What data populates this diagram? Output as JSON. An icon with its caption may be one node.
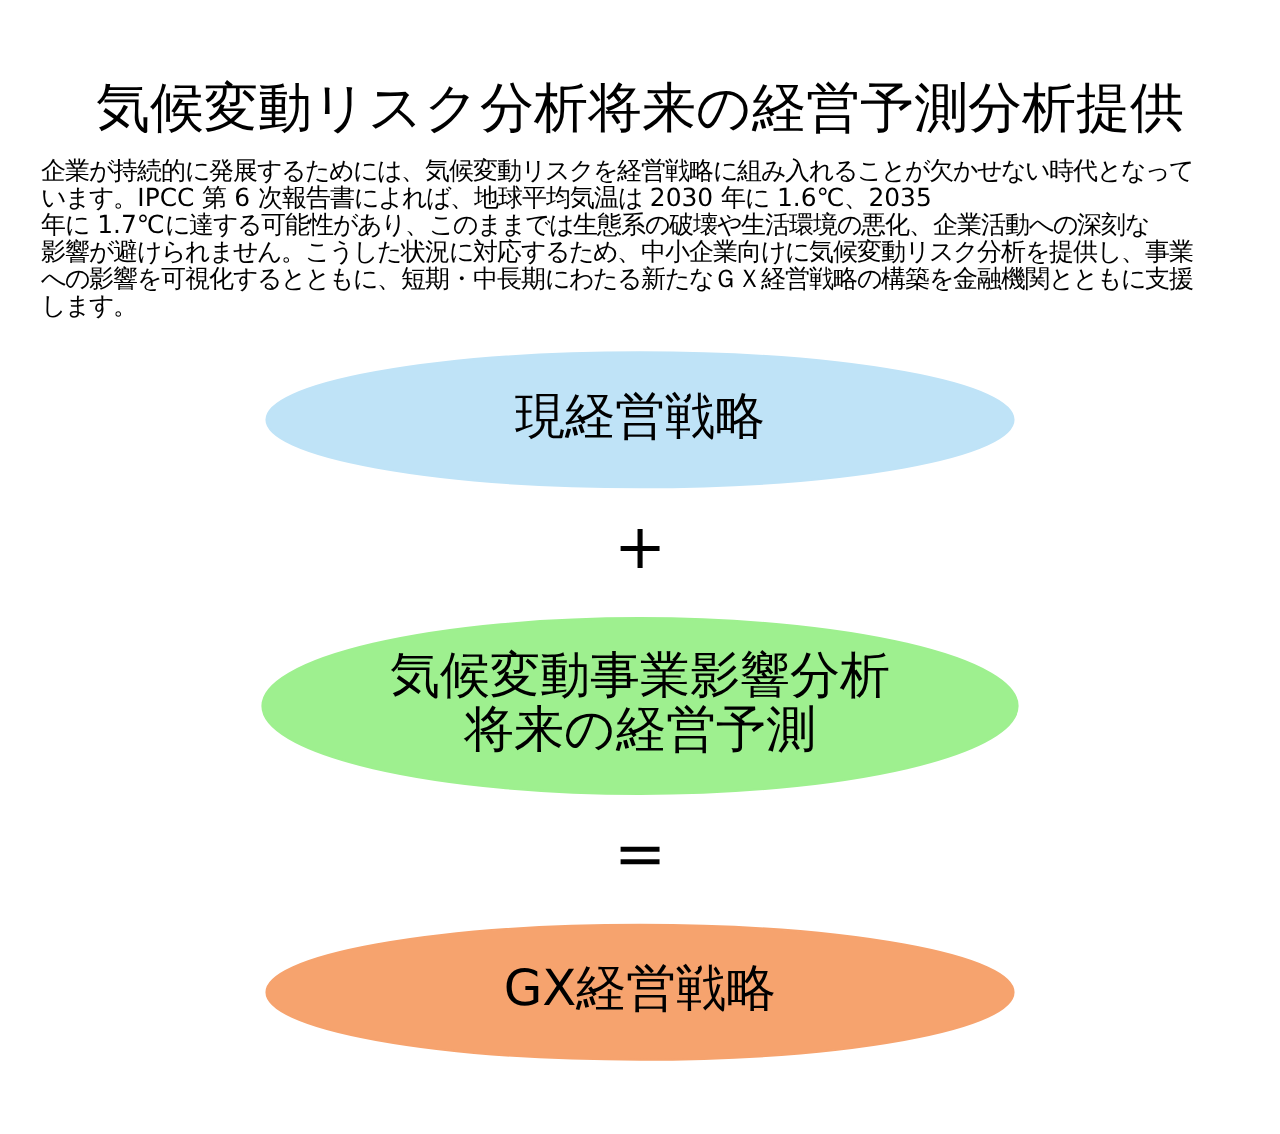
{
  "diagram": {
    "title": "気候変動リスク分析将来の経営予測分析提供",
    "nodes": [
      {
        "text": [
          "現経営戦略"
        ]
      },
      {
        "text": [
          "気候変動事業影響分析将来の経営予測"
        ]
      },
      {
        "text": [
          "GX経営戦略"
        ]
      }
    ],
    "edges": [],
    "labels": [
      "企業が持続的に発展するためには、気候変動リスクを経営戦略に組み入れることが欠かせない時代となっています。IPCC 第 6 次報告書によれば、地球平均気温は 2030 年に 1.6℃、2035 年に 1.7℃に達する可能性があり、このままでは生態系の破壊や生活環境の悪化、企業活動への深刻な影響が避けられません。こうした状況に対応するため、中小企業向けに気候変動リスク分析を提供し、事業への影響を可視化するとともに、短期・中長期にわたる新たなＧＸ経営戦略の構築を金融機関とともに支援します。",
      "+",
      "="
    ]
  }
}
